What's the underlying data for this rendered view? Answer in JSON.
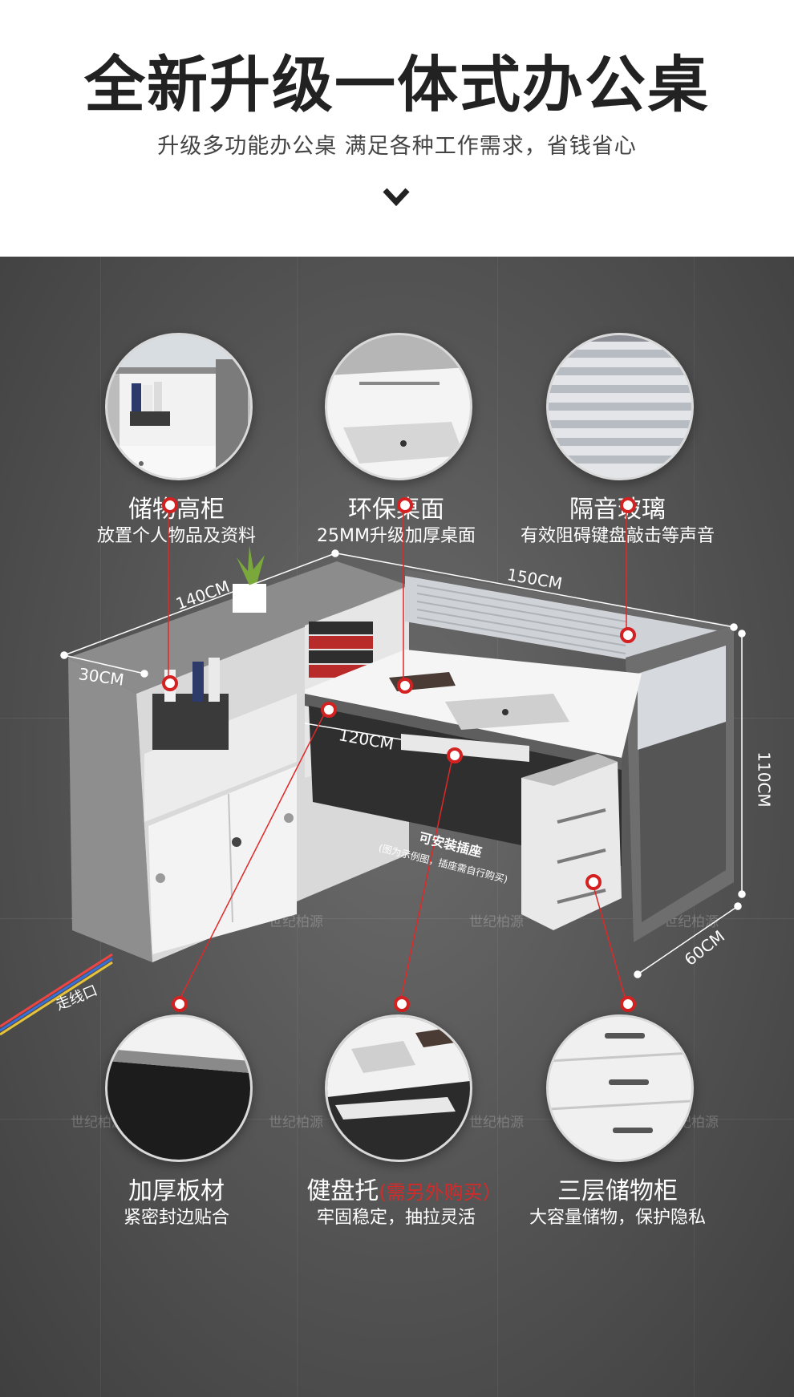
{
  "header": {
    "title": "全新升级一体式办公桌",
    "subtitle": "升级多功能办公桌 满足各种工作需求，省钱省心",
    "scroll_icon": "chevron-down-icon"
  },
  "watermark": "世纪柏源",
  "features_top": [
    {
      "title": "储物高柜",
      "desc": "放置个人物品及资料"
    },
    {
      "title": "环保桌面",
      "desc": "25MM升级加厚桌面"
    },
    {
      "title": "隔音玻璃",
      "desc": "有效阻碍键盘敲击等声音"
    }
  ],
  "features_bottom": [
    {
      "title": "加厚板材",
      "desc": "紧密封边贴合",
      "note": ""
    },
    {
      "title": "健盘托",
      "desc": "牢固稳定，抽拉灵活",
      "note": "(需另外购买）"
    },
    {
      "title": "三层储物柜",
      "desc": "大容量储物，保护隐私",
      "note": ""
    }
  ],
  "dimensions": {
    "d1": "140CM",
    "d2": "150CM",
    "d3": "30CM",
    "d4": "120CM",
    "d5": "110CM",
    "d6": "60CM"
  },
  "annotations": {
    "cable_port": "走线口",
    "socket_title": "可安装插座",
    "socket_note": "(图为示例图，插座需自行购买)"
  },
  "colors": {
    "accent_red": "#d42121",
    "background_dark": "#575757",
    "title_dark": "#222222"
  }
}
